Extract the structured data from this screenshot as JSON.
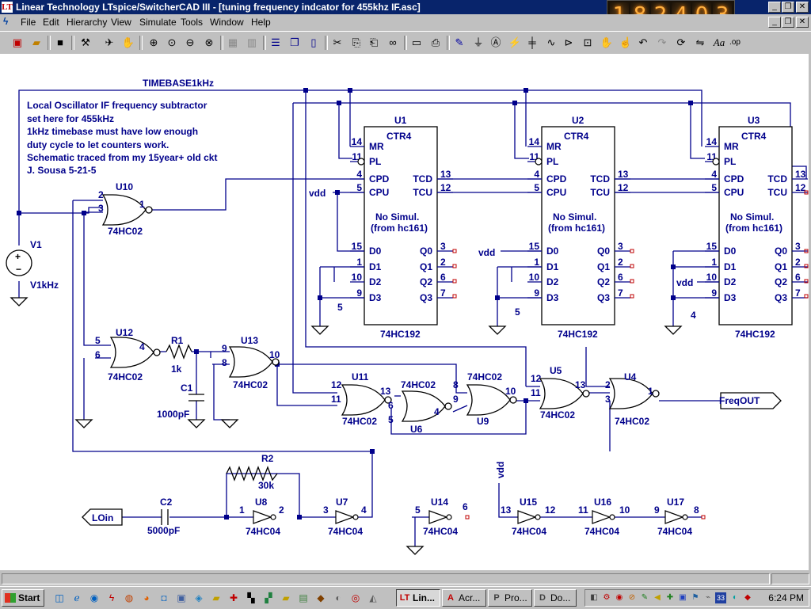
{
  "window": {
    "title": "Linear Technology LTspice/SwitcherCAD III - [tuning frequency indcator for 455khz IF.asc]",
    "app_icon": "LT",
    "controls": [
      "_",
      "❐",
      "✕"
    ]
  },
  "clock_widget": {
    "digits": [
      "1",
      "8",
      "2",
      "4",
      "0",
      "3"
    ]
  },
  "menu": [
    "File",
    "Edit",
    "Hierarchy",
    "View",
    "Simulate",
    "Tools",
    "Window",
    "Help"
  ],
  "toolbar_icons": [
    "new-schematic-icon",
    "open-icon",
    "save-icon",
    "control-panel-icon",
    "run-icon",
    "halt-icon",
    "zoom-in-icon",
    "zoom-pan-icon",
    "zoom-out-icon",
    "zoom-fit-icon",
    "autorange-icon",
    "tile-horizontal-icon",
    "cascade-icon",
    "tile-vertical-icon",
    "cut-icon",
    "copy-icon",
    "find-icon",
    "binoculars-icon",
    "print-setup-icon",
    "print-icon",
    "draw-wire-icon",
    "ground-icon",
    "label-net-icon",
    "resistor-icon",
    "capacitor-icon",
    "inductor-icon",
    "diode-icon",
    "component-icon",
    "move-icon",
    "drag-icon",
    "undo-icon",
    "redo-icon",
    "rotate-icon",
    "mirror-icon",
    "text-icon",
    "spice-directive-icon"
  ],
  "taskbar": {
    "start": "Start",
    "tasks": [
      {
        "label": "Lin...",
        "icon": "LT",
        "active": true
      },
      {
        "label": "Acr...",
        "icon": "A",
        "active": false
      },
      {
        "label": "Pro...",
        "icon": "P",
        "active": false
      },
      {
        "label": "Do...",
        "icon": "D",
        "active": false
      }
    ],
    "time": "6:24 PM",
    "tray_badge": "33"
  },
  "schematic": {
    "comment_lines": [
      "Local Oscillator IF frequency subtractor",
      "set here for 455kHz",
      "1kHz timebase must have low enough",
      "duty cycle to let counters work.",
      "Schematic traced from my 15year+ old ckt",
      "J. Sousa 5-21-5"
    ],
    "net_timebase": "TIMEBASE1kHz",
    "vdd": "vdd",
    "counters": [
      {
        "ref": "U1",
        "type": "CTR4",
        "part": "74HC192",
        "sim1": "No Simul.",
        "sim2": "(from hc161)",
        "strap": "5"
      },
      {
        "ref": "U2",
        "type": "CTR4",
        "part": "74HC192",
        "sim1": "No Simul.",
        "sim2": "(from hc161)",
        "strap": "5"
      },
      {
        "ref": "U3",
        "type": "CTR4",
        "part": "74HC192",
        "sim1": "No Simul.",
        "sim2": "(from hc161)",
        "strap": "4"
      }
    ],
    "counter_pins": {
      "mr": "MR",
      "pl": "PL",
      "cpd": "CPD",
      "cpu": "CPU",
      "tcd": "TCD",
      "tcu": "TCU",
      "d0": "D0",
      "d1": "D1",
      "d2": "D2",
      "d3": "D3",
      "q0": "Q0",
      "q1": "Q1",
      "q2": "Q2",
      "q3": "Q3",
      "n_mr": "14",
      "n_pl": "11",
      "n_cpd": "4",
      "n_cpu": "5",
      "n_tcd": "13",
      "n_tcu": "12",
      "n_d0": "15",
      "n_d1": "1",
      "n_d2": "10",
      "n_d3": "9",
      "n_q0": "3",
      "n_q1": "2",
      "n_q2": "6",
      "n_q3": "7"
    },
    "v1": {
      "ref": "V1",
      "value": "V1kHz"
    },
    "r1": {
      "ref": "R1",
      "value": "1k"
    },
    "r2": {
      "ref": "R2",
      "value": "30k"
    },
    "c1": {
      "ref": "C1",
      "value": "1000pF"
    },
    "c2": {
      "ref": "C2",
      "value": "5000pF"
    },
    "nor_part": "74HC02",
    "inv_part": "74HC04",
    "gates": {
      "u10": "U10",
      "u12": "U12",
      "u13": "U13",
      "u11": "U11",
      "u6": "U6",
      "u9": "U9",
      "u5": "U5",
      "u4": "U4",
      "u8": "U8",
      "u7": "U7",
      "u14": "U14",
      "u15": "U15",
      "u16": "U16",
      "u17": "U17"
    },
    "pins": {
      "u10": [
        "2",
        "3",
        "1"
      ],
      "u12": [
        "5",
        "6",
        "4"
      ],
      "u13": [
        "9",
        "8",
        "10"
      ],
      "u11": [
        "12",
        "11",
        "13"
      ],
      "u6": [
        "6",
        "5",
        "4"
      ],
      "u9": [
        "8",
        "9",
        "10"
      ],
      "u5": [
        "12",
        "11",
        "13"
      ],
      "u4": [
        "2",
        "3",
        "1"
      ],
      "u8": [
        "1",
        "2"
      ],
      "u7": [
        "3",
        "4"
      ],
      "u14": [
        "5",
        "6"
      ],
      "u15": [
        "13",
        "12"
      ],
      "u16": [
        "11",
        "10"
      ],
      "u17": [
        "9",
        "8"
      ]
    },
    "out_label": "FreqOUT",
    "in_label": "LOin"
  }
}
